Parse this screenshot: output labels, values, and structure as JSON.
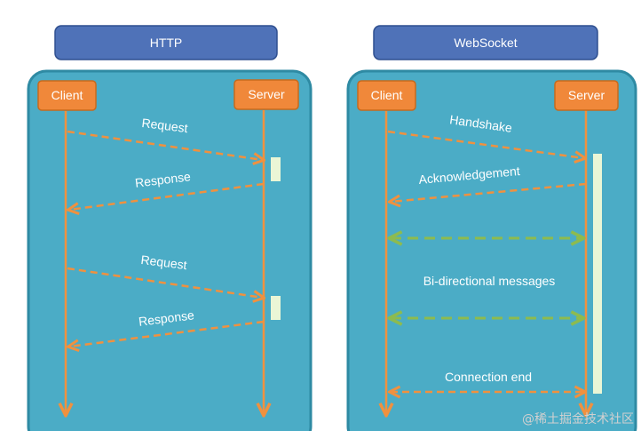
{
  "http": {
    "title": "HTTP",
    "client_label": "Client",
    "server_label": "Server",
    "messages": {
      "request_1": "Request",
      "response_1": "Response",
      "request_2": "Request",
      "response_2": "Response"
    }
  },
  "websocket": {
    "title": "WebSocket",
    "client_label": "Client",
    "server_label": "Server",
    "messages": {
      "handshake": "Handshake",
      "acknowledgement": "Acknowledgement",
      "bidirectional": "Bi-directional messages",
      "connection_end": "Connection end"
    }
  },
  "watermark": "@稀土掘金技术社区",
  "colors": {
    "header_fill": "#4f72b8",
    "header_stroke": "#2f4f8f",
    "panel_fill": "#4bacc6",
    "panel_stroke": "#2e8aa3",
    "box_fill": "#f0883a",
    "box_stroke": "#c76a1c",
    "arrow_orange": "#f0913f",
    "arrow_green": "#8dbb4f",
    "activation": "#eaf6d6"
  }
}
